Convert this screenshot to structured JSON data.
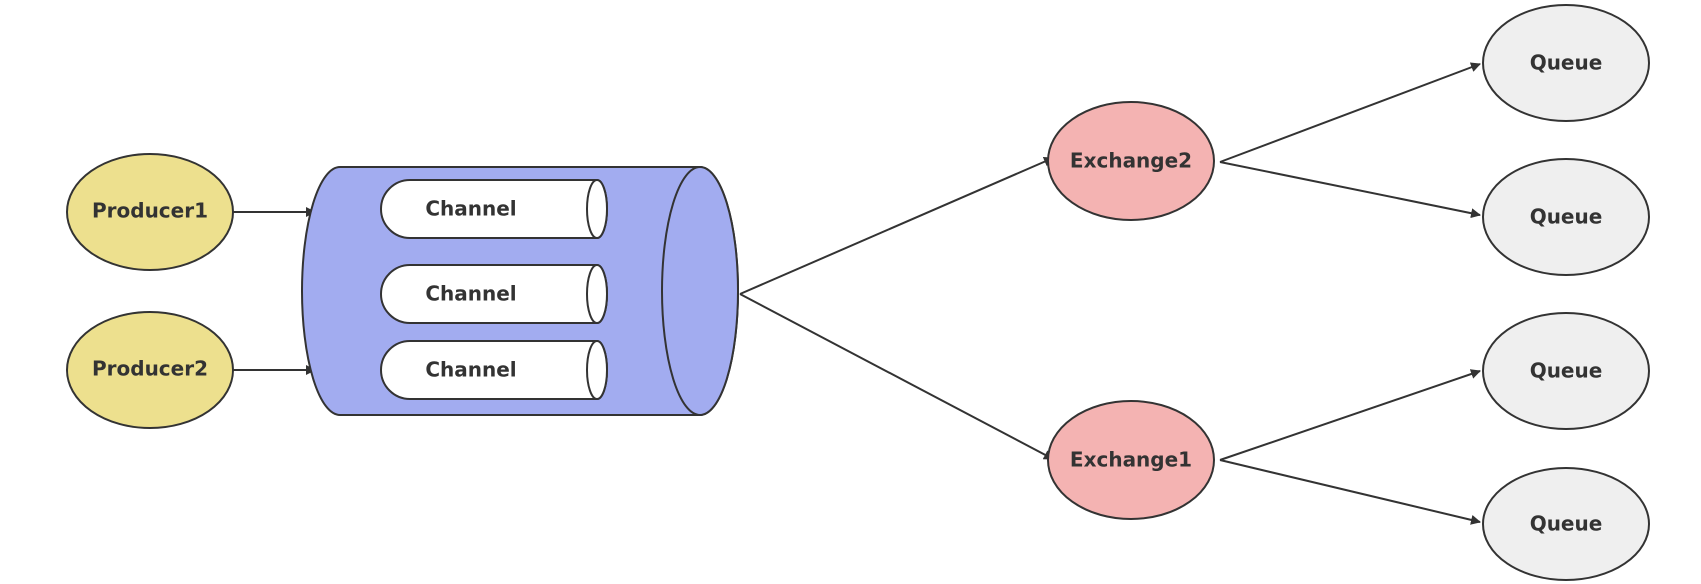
{
  "producers": [
    {
      "label": "Producer1"
    },
    {
      "label": "Producer2"
    }
  ],
  "channels": [
    {
      "label": "Channel"
    },
    {
      "label": "Channel"
    },
    {
      "label": "Channel"
    }
  ],
  "exchanges": [
    {
      "label": "Exchange2"
    },
    {
      "label": "Exchange1"
    }
  ],
  "queues": [
    {
      "label": "Queue"
    },
    {
      "label": "Queue"
    },
    {
      "label": "Queue"
    },
    {
      "label": "Queue"
    }
  ],
  "colors": {
    "producer_fill": "#EDE08E",
    "connection_fill": "#A2ACF0",
    "channel_fill": "#FFFFFF",
    "exchange_fill": "#F4B3B2",
    "queue_fill": "#EFEFEF",
    "line": "#333333"
  }
}
